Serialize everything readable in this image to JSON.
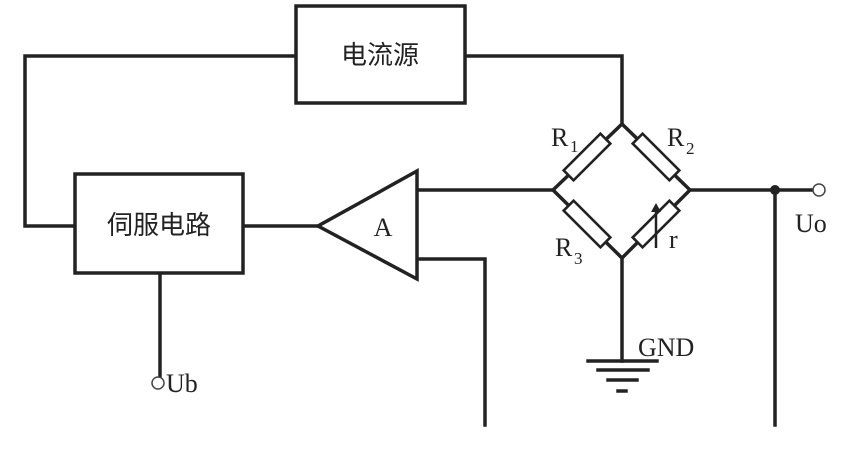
{
  "diagram": {
    "title": "",
    "blocks": {
      "current_source": "电流源",
      "servo_circuit": "伺服电路",
      "amplifier": "A"
    },
    "resistors": {
      "r1": {
        "main": "R",
        "sub": "1"
      },
      "r2": {
        "main": "R",
        "sub": "2"
      },
      "r3": {
        "main": "R",
        "sub": "3"
      },
      "r_var": {
        "main": "r",
        "sub": ""
      }
    },
    "terminals": {
      "output": "Uo",
      "bias": "Ub",
      "ground": "GND"
    },
    "colors": {
      "line": "#222222",
      "background": "#ffffff"
    }
  }
}
